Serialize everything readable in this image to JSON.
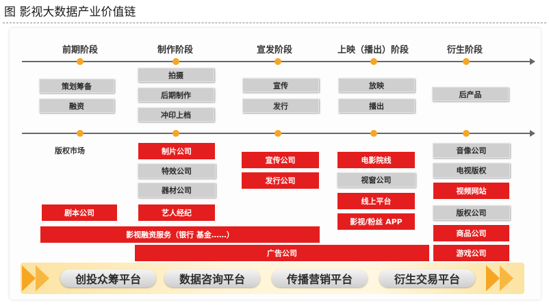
{
  "title": "图 影视大数据产业价值链",
  "stages": [
    "前期阶段",
    "制作阶段",
    "宣发阶段",
    "上映（播出）阶段",
    "衍生阶段"
  ],
  "colors": {
    "red": "#e41e1e",
    "gray": "#cfcfcf",
    "dot": "#f5a623",
    "axis": "#666666"
  },
  "activities": {
    "pre": [
      "策划筹备",
      "融资"
    ],
    "production": [
      "拍摄",
      "后期制作",
      "冲印上档"
    ],
    "promotion": [
      "宣传",
      "发行"
    ],
    "release": [
      "放映",
      "播出"
    ],
    "derivative": [
      "后产品"
    ]
  },
  "participants": {
    "pre_label": "版权市场",
    "pre_red": "剧本公司",
    "production_red": [
      "制片公司",
      "艺人经纪"
    ],
    "production_gray": [
      "特效公司",
      "器材公司"
    ],
    "promotion_red": [
      "宣传公司",
      "发行公司"
    ],
    "release_red": [
      "电影院线",
      "线上平台",
      "影视/粉丝 APP"
    ],
    "release_gray": [
      "视窗公司"
    ],
    "derivative_gray": [
      "音像公司",
      "电视版权",
      "版权公司"
    ],
    "derivative_red": [
      "视频网站",
      "商品公司",
      "游戏公司"
    ],
    "financing_bar": "影视融资服务（银行 基金……）",
    "ad_bar": "广告公司"
  },
  "platforms": [
    "创投众筹平台",
    "数据咨询平台",
    "传播营销平台",
    "衍生交易平台"
  ]
}
